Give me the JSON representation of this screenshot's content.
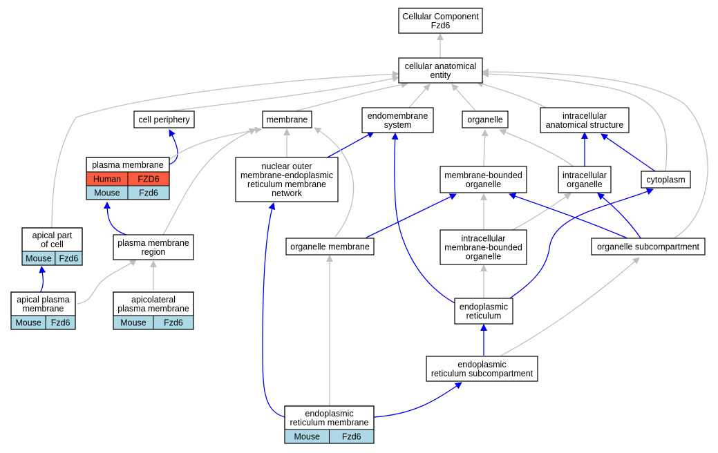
{
  "colors": {
    "gray_edge": "#c0c0c0",
    "blue_edge": "#0000ee",
    "human": "#fa5c40",
    "mouse": "#add8e6"
  },
  "nodes": {
    "root": {
      "lines": [
        "Cellular Component",
        "Fzd6"
      ]
    },
    "cae": {
      "lines": [
        "cellular anatomical",
        "entity"
      ]
    },
    "cp": {
      "lines": [
        "cell periphery"
      ]
    },
    "mem": {
      "lines": [
        "membrane"
      ]
    },
    "endo": {
      "lines": [
        "endomembrane",
        "system"
      ]
    },
    "org": {
      "lines": [
        "organelle"
      ]
    },
    "ias": {
      "lines": [
        "intracellular",
        "anatomical structure"
      ]
    },
    "pm": {
      "lines": [
        "plasma membrane"
      ],
      "rows": [
        [
          "Human",
          "FZD6"
        ],
        [
          "Mouse",
          "Fzd6"
        ]
      ]
    },
    "nom": {
      "lines": [
        "nuclear outer",
        "membrane-endoplasmic",
        "reticulum membrane",
        "network"
      ]
    },
    "mbo": {
      "lines": [
        "membrane-bounded",
        "organelle"
      ]
    },
    "io": {
      "lines": [
        "intracellular",
        "organelle"
      ]
    },
    "cyto": {
      "lines": [
        "cytoplasm"
      ]
    },
    "apc": {
      "lines": [
        "apical part",
        "of cell"
      ],
      "rows": [
        [
          "Mouse",
          "Fzd6"
        ]
      ]
    },
    "pmr": {
      "lines": [
        "plasma membrane",
        "region"
      ]
    },
    "om": {
      "lines": [
        "organelle membrane"
      ]
    },
    "imbo": {
      "lines": [
        "intracellular",
        "membrane-bounded",
        "organelle"
      ]
    },
    "osc": {
      "lines": [
        "organelle subcompartment"
      ]
    },
    "apm": {
      "lines": [
        "apical plasma",
        "membrane"
      ],
      "rows": [
        [
          "Mouse",
          "Fzd6"
        ]
      ]
    },
    "alpm": {
      "lines": [
        "apicolateral",
        "plasma membrane"
      ],
      "rows": [
        [
          "Mouse",
          "Fzd6"
        ]
      ]
    },
    "er": {
      "lines": [
        "endoplasmic",
        "reticulum"
      ]
    },
    "ersc": {
      "lines": [
        "endoplasmic",
        "reticulum subcompartment"
      ]
    },
    "erm": {
      "lines": [
        "endoplasmic",
        "reticulum membrane"
      ],
      "rows": [
        [
          "Mouse",
          "Fzd6"
        ]
      ]
    }
  },
  "edges": [
    {
      "from": "cae",
      "to": "root",
      "kind": "gray"
    },
    {
      "from": "cp",
      "to": "cae",
      "kind": "gray"
    },
    {
      "from": "mem",
      "to": "cae",
      "kind": "gray"
    },
    {
      "from": "endo",
      "to": "cae",
      "kind": "gray"
    },
    {
      "from": "org",
      "to": "cae",
      "kind": "gray"
    },
    {
      "from": "ias",
      "to": "cae",
      "kind": "gray"
    },
    {
      "from": "apc",
      "to": "cae",
      "kind": "gray"
    },
    {
      "from": "cyto",
      "to": "cae",
      "kind": "gray"
    },
    {
      "from": "osc",
      "to": "cae",
      "kind": "gray"
    },
    {
      "from": "pm",
      "to": "cp",
      "kind": "blue"
    },
    {
      "from": "pm",
      "to": "mem",
      "kind": "gray"
    },
    {
      "from": "nom",
      "to": "mem",
      "kind": "gray"
    },
    {
      "from": "nom",
      "to": "endo",
      "kind": "blue"
    },
    {
      "from": "pmr",
      "to": "mem",
      "kind": "gray"
    },
    {
      "from": "om",
      "to": "mem",
      "kind": "gray"
    },
    {
      "from": "mbo",
      "to": "org",
      "kind": "gray"
    },
    {
      "from": "io",
      "to": "org",
      "kind": "gray"
    },
    {
      "from": "io",
      "to": "ias",
      "kind": "blue"
    },
    {
      "from": "cyto",
      "to": "ias",
      "kind": "blue"
    },
    {
      "from": "pmr",
      "to": "pm",
      "kind": "blue"
    },
    {
      "from": "apm",
      "to": "apc",
      "kind": "blue"
    },
    {
      "from": "apm",
      "to": "pmr",
      "kind": "gray"
    },
    {
      "from": "alpm",
      "to": "pmr",
      "kind": "gray"
    },
    {
      "from": "om",
      "to": "mbo",
      "kind": "blue"
    },
    {
      "from": "imbo",
      "to": "mbo",
      "kind": "gray"
    },
    {
      "from": "imbo",
      "to": "io",
      "kind": "gray"
    },
    {
      "from": "osc",
      "to": "mbo",
      "kind": "blue"
    },
    {
      "from": "osc",
      "to": "io",
      "kind": "blue"
    },
    {
      "from": "er",
      "to": "imbo",
      "kind": "gray"
    },
    {
      "from": "er",
      "to": "endo",
      "kind": "blue"
    },
    {
      "from": "er",
      "to": "cyto",
      "kind": "blue"
    },
    {
      "from": "ersc",
      "to": "er",
      "kind": "blue"
    },
    {
      "from": "ersc",
      "to": "osc",
      "kind": "gray"
    },
    {
      "from": "erm",
      "to": "om",
      "kind": "gray"
    },
    {
      "from": "erm",
      "to": "ersc",
      "kind": "blue"
    },
    {
      "from": "erm",
      "to": "nom",
      "kind": "blue"
    }
  ]
}
